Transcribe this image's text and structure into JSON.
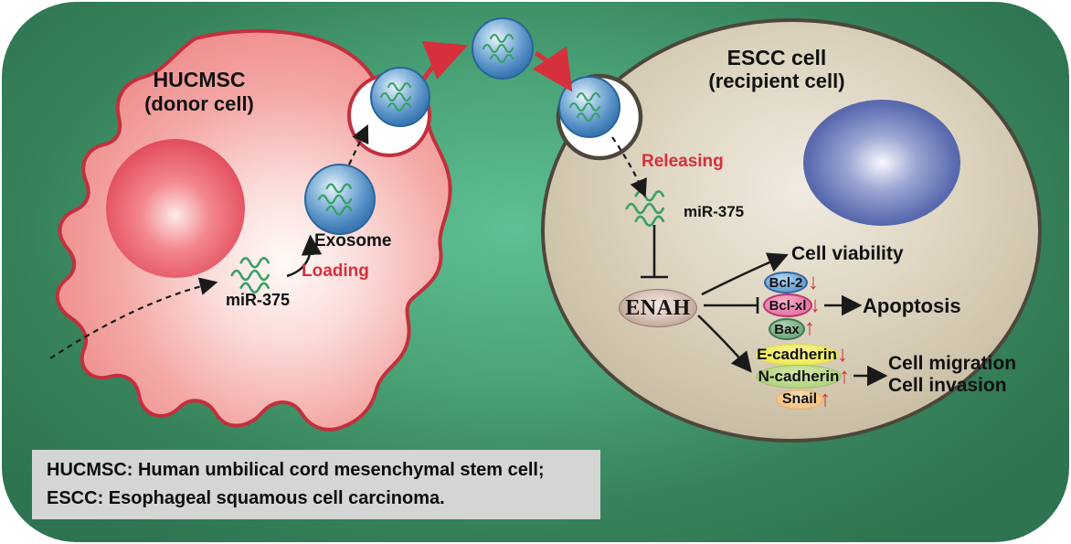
{
  "donor_cell": {
    "title": "HUCMSC",
    "subtitle": "(donor cell)",
    "mirna_label": "miR-375",
    "loading_label": "Loading",
    "exosome_label": "Exosome"
  },
  "recipient_cell": {
    "title": "ESCC cell",
    "subtitle": "(recipient cell)",
    "releasing_label": "Releasing",
    "mirna_label": "miR-375",
    "enah_label": "ENAH",
    "outcomes": {
      "viability": "Cell viability",
      "apoptosis": "Apoptosis",
      "migration": "Cell migration",
      "invasion": "Cell invasion"
    },
    "apoptosis_genes": [
      {
        "label": "Bcl-2",
        "direction": "down"
      },
      {
        "label": "Bcl-xl",
        "direction": "down"
      },
      {
        "label": "Bax",
        "direction": "up"
      }
    ],
    "emt_genes": [
      {
        "label": "E-cadherin",
        "direction": "down"
      },
      {
        "label": "N-cadherin",
        "direction": "up"
      },
      {
        "label": "Snail",
        "direction": "up"
      }
    ]
  },
  "glyphs": {
    "down": "↓",
    "up": "↑"
  },
  "legend": {
    "line1": "HUCMSC: Human umbilical cord mesenchymal stem cell;",
    "line2": "ESCC: Esophageal squamous cell carcinoma."
  },
  "colors": {
    "background_green": "#3a8a60",
    "donor_cell_pink": "#f2a3a2",
    "donor_membrane_red": "#c2303e",
    "donor_nucleus_red": "#e64f5d",
    "recipient_cell_tan": "#d4cab2",
    "recipient_membrane_gray": "#4c473b",
    "recipient_nucleus_blue": "#5b6bb0",
    "exosome_blue": "#4e88c0",
    "mirna_green": "#37a066",
    "accent_red": "#d6303c",
    "legend_gray": "#d3d6d5"
  }
}
